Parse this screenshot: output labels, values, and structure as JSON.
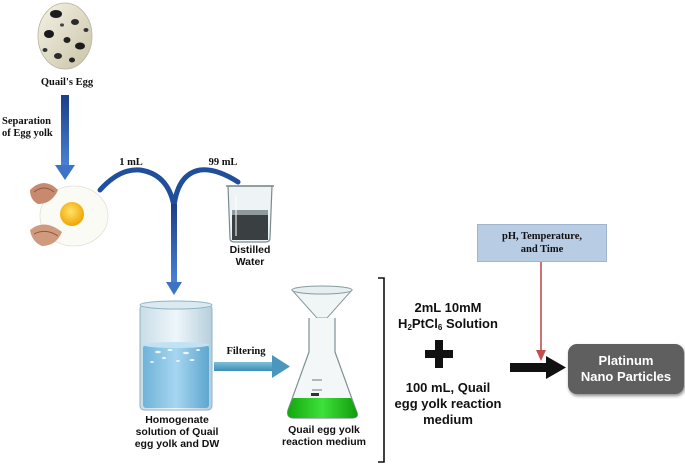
{
  "labels": {
    "egg": "Quail's Egg",
    "separation_line1": "Separation",
    "separation_line2": "of Egg yolk",
    "volume_yolk": "1 mL",
    "volume_water": "99 mL",
    "water_line1": "Distilled",
    "water_line2": "Water",
    "filtering": "Filtering",
    "homogenate_line1": "Homogenate",
    "homogenate_line2": "solution of Quail",
    "homogenate_line3": "egg yolk and DW",
    "medium_line1": "Quail egg yolk",
    "medium_line2": "reaction medium"
  },
  "conditions": {
    "line1": "pH, Temperature,",
    "line2": "and Time"
  },
  "reagents": {
    "first_line1": "2mL 10mM",
    "first_formula_a": "H",
    "first_formula_sub1": "2",
    "first_formula_b": "PtCl",
    "first_formula_sub2": "6",
    "first_formula_c": " Solution",
    "plus": "+",
    "second_line1": "100 mL, Quail",
    "second_line2": "egg yolk reaction",
    "second_line3": "medium"
  },
  "result": {
    "line1": "Platinum",
    "line2": "Nano Particles"
  },
  "colors": {
    "arrow_blue": "#1f4e9a",
    "filter_arrow": "#5aa6c8",
    "params_box": "#b8cce4",
    "result_box": "#5f5f5f",
    "red_arrow": "#c0504d",
    "green_liquid": "#22c21c"
  }
}
